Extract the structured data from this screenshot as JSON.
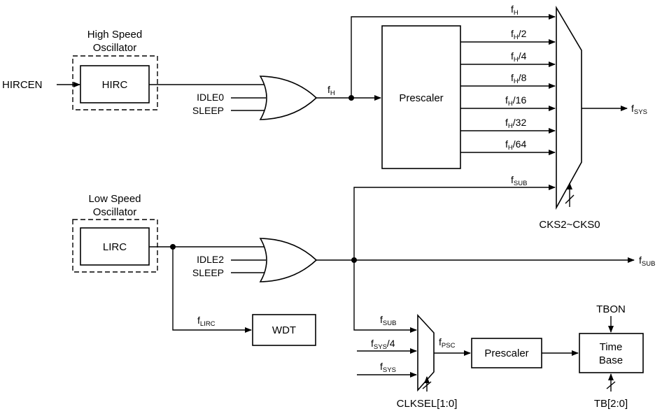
{
  "blocks": {
    "hirc": "HIRC",
    "lirc": "LIRC",
    "prescaler_main": "Prescaler",
    "prescaler_tb": "Prescaler",
    "wdt": "WDT",
    "timebase_l1": "Time",
    "timebase_l2": "Base"
  },
  "groups": {
    "hs_l1": "High Speed",
    "hs_l2": "Oscillator",
    "ls_l1": "Low Speed",
    "ls_l2": "Oscillator"
  },
  "inputs": {
    "hircen": "HIRCEN",
    "idle0": "IDLE0",
    "sleep_hs": "SLEEP",
    "idle2": "IDLE2",
    "sleep_ls": "SLEEP",
    "tbon": "TBON"
  },
  "controls": {
    "cks": "CKS2~CKS0",
    "clksel": "CLKSEL[1:0]",
    "tb": "TB[2:0]"
  },
  "signals": {
    "f": "f",
    "fh_sub": "H",
    "sys_sub": "SYS",
    "sub_sub": "SUB",
    "lirc_sub": "LIRC",
    "psc_sub": "PSC",
    "div2": "/2",
    "div4": "/4",
    "div8": "/8",
    "div16": "/16",
    "div32": "/32",
    "div64": "/64"
  }
}
